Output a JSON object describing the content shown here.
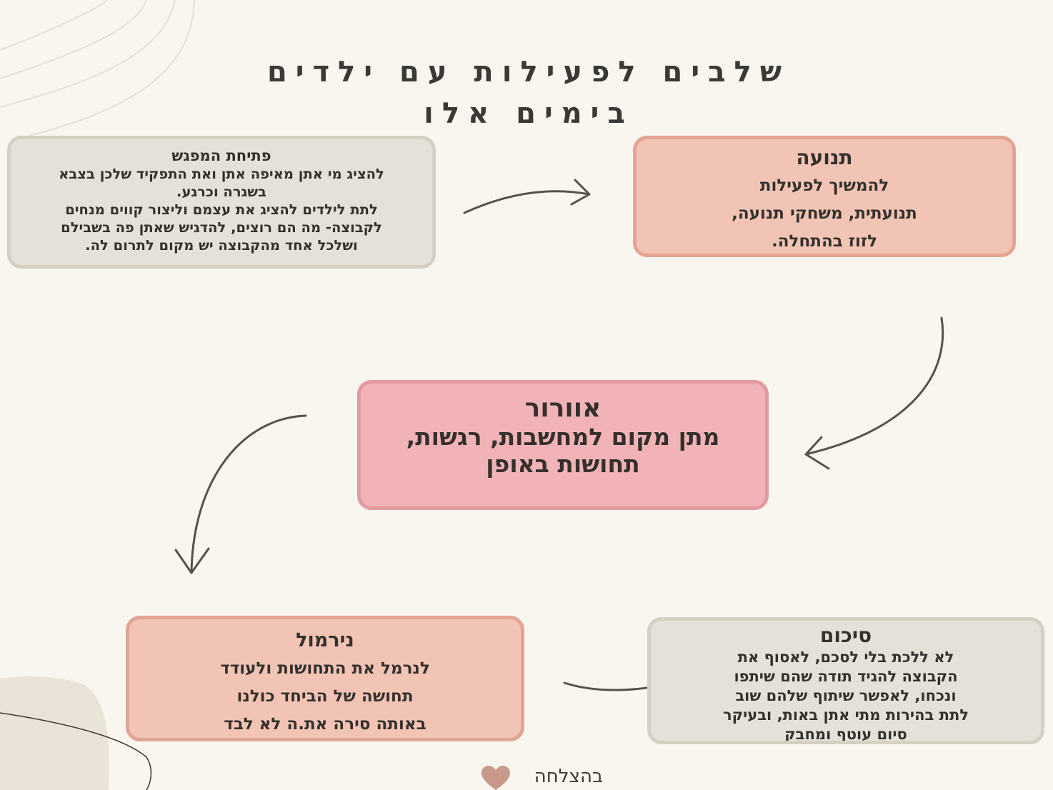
{
  "title": {
    "line1": "שלבים לפעילות עם ילדים",
    "line2": "בימים אלו"
  },
  "steps": {
    "opening": {
      "title": "פתיחת המפגש",
      "text": "להציג מי אתן מאיפה אתן ואת התפקיד שלכן בצבא\nבשגרה וכרגע.\nלתת לילדים להציג את עצמם וליצור קווים מנחים\nלקבוצה- מה הם רוצים, להדגיש שאתן פה בשבילם\nושלכל אחד מהקבוצה יש מקום לתרום לה."
    },
    "movement": {
      "title": "תנועה",
      "text": "להמשיך לפעילות\nתנועתית, משחקי תנועה,\nלזוז בהתחלה."
    },
    "ventilation": {
      "title": "אוורור",
      "text": "מתן מקום למחשבות, רגשות,\nתחושות באופן"
    },
    "normalization": {
      "title": "נירמול",
      "text": "לנרמל את התחושות ולעודד\nתחושה של הביחד כולנו\nבאותה סירה את.ה לא לבד"
    },
    "summary": {
      "title": "סיכום",
      "text": "לא ללכת בלי לסכם, לאסוף את\nהקבוצה להגיד תודה שהם שיתפו\nונכחו, לאפשר שיתוף שלהם שוב\nלתת בהירות מתי אתן באות, ובעיקר\nסיום עוטף ומחבק"
    }
  },
  "footer": {
    "text": "בהצלחה",
    "icon": "heart-icon"
  },
  "colors": {
    "background": "#f8f6ef",
    "beige_box": "#e6e1d8",
    "peach_box": "#f2c4b5",
    "pink_box": "#f2b3b7",
    "heart": "#c8998a"
  }
}
